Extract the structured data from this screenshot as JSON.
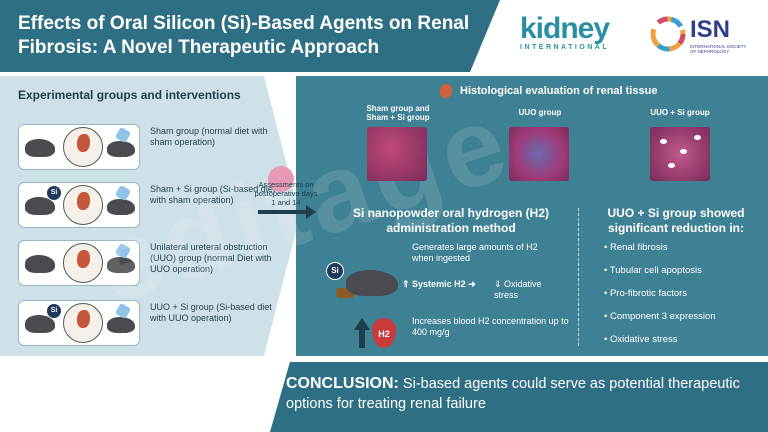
{
  "header": {
    "title": "Effects of Oral Silicon (Si)-Based Agents on Renal Fibrosis: A Novel Therapeutic Approach"
  },
  "logos": {
    "kidney_big": "kidney",
    "kidney_small": "INTERNATIONAL",
    "isn": "ISN",
    "isn_sub": "INTERNATIONAL SOCIETY OF NEPHROLOGY"
  },
  "left": {
    "heading": "Experimental groups and interventions",
    "groups": [
      {
        "label": "Sham group (normal diet with sham operation)",
        "si": false
      },
      {
        "label": "Sham + Si group (Si-based diet with sham operation)",
        "si": true
      },
      {
        "label": "Unilateral ureteral obstruction (UUO) group (normal Diet with UUO operation)",
        "si": false
      },
      {
        "label": "UUO + Si group (Si-based diet with UUO operation)",
        "si": true
      }
    ],
    "assess": "Assessments on postoperative days 1 and 14"
  },
  "histology": {
    "title": "Histological evaluation of renal tissue",
    "labels": [
      "Sham group and Sham + Si group",
      "UUO group",
      "UUO + Si group"
    ]
  },
  "method": {
    "head": "Si nanopowder oral hydrogen (H2) administration method",
    "generates": "Generates large amounts of H2 when ingested",
    "systemic": "Systemic H2",
    "oxidative": "Oxidative stress",
    "increases": "Increases blood H2 concentration up to 400 mg/g",
    "si_badge": "Si",
    "h2_badge": "H2"
  },
  "results": {
    "head": "UUO + Si group showed significant reduction in:",
    "items": [
      "Renal fibrosis",
      "Tubular cell apoptosis",
      "Pro-fibrotic factors",
      "Component 3 expression",
      "Oxidative stress"
    ]
  },
  "conclusion": {
    "label": "CONCLUSION:",
    "text": "Si-based agents could serve as potential therapeutic options for treating renal failure"
  },
  "colors": {
    "header_bg": "#2f6f84",
    "panel_bg": "#3f8194",
    "left_bg": "#cfe1e8"
  }
}
